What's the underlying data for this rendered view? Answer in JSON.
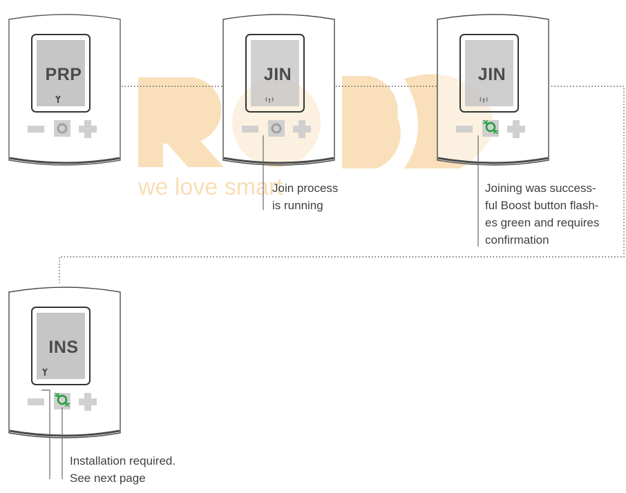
{
  "watermark": {
    "logo": "ROBB",
    "slogan": "we love smart",
    "color": "#f7d6a4"
  },
  "colors": {
    "device_outline": "#4a4a4a",
    "lcd_fill": "#c6c6c6",
    "button_grey": "#d0d0d0",
    "boost_green": "#1e9e3a",
    "dotted_line": "#555555",
    "text": "#3f3f3f"
  },
  "devices": [
    {
      "code": "PRP",
      "status_icon": "wrench-icon",
      "boost_flashing": false
    },
    {
      "code": "JIN",
      "status_icon": "radio-signal-icon",
      "boost_flashing": false
    },
    {
      "code": "JIN",
      "status_icon": "radio-signal-icon",
      "boost_flashing": true
    },
    {
      "code": "INS",
      "status_icon": "wrench-icon",
      "boost_flashing": true
    }
  ],
  "captions": {
    "join_running": [
      "Join process",
      "is running"
    ],
    "join_success": [
      "Joining was success-",
      "ful Boost button flash-",
      "es green and requires",
      "confirmation"
    ],
    "installation": [
      "Installation required.",
      "See next page"
    ]
  }
}
